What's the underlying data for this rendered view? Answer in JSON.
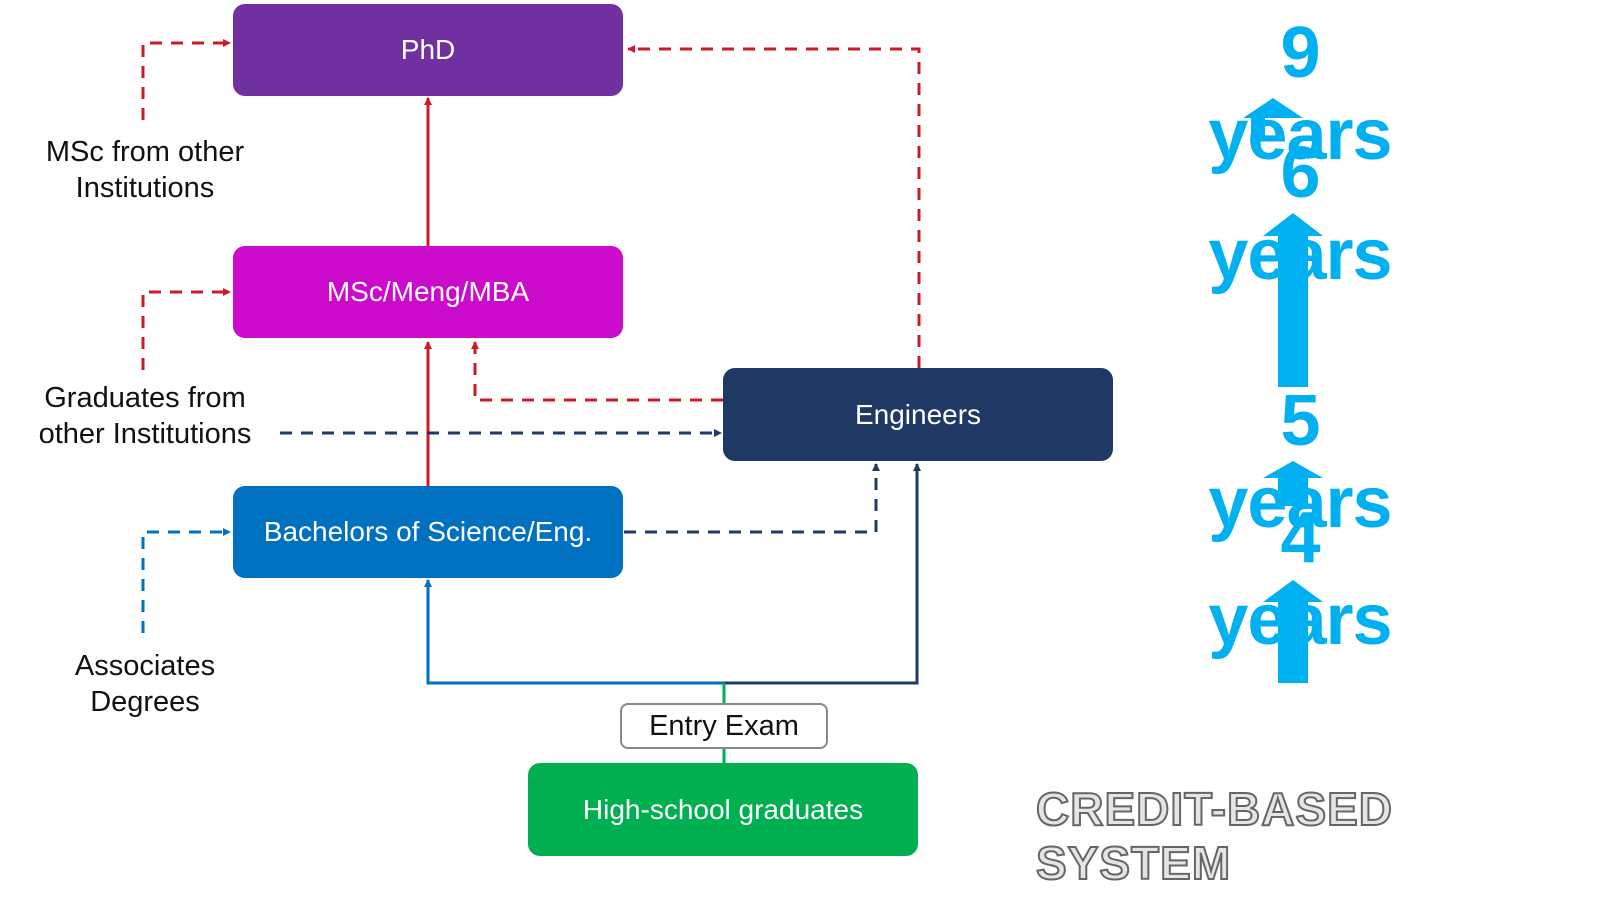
{
  "nodes": {
    "phd": {
      "label": "PhD",
      "color": "#7030a0"
    },
    "masters": {
      "label": "MSc/Meng/MBA",
      "color": "#cc0acc"
    },
    "engineers": {
      "label": "Engineers",
      "color": "#203864"
    },
    "bachelors": {
      "label": "Bachelors of Science/Eng.",
      "color": "#0070c0"
    },
    "highschool": {
      "label": "High-school graduates",
      "color": "#00b050"
    },
    "entry_exam": {
      "label": "Entry Exam"
    }
  },
  "external_sources": {
    "msc_other": {
      "line1": "MSc from other",
      "line2": "Institutions"
    },
    "grads_other": {
      "line1": "Graduates from",
      "line2": "other Institutions"
    },
    "associates": {
      "line1": "Associates",
      "line2": "Degrees"
    }
  },
  "timeline": {
    "levels": [
      "9 years",
      "6 years",
      "5 years",
      "4 years"
    ],
    "color": "#00b0f0"
  },
  "footer": {
    "title": "CREDIT-BASED SYSTEM"
  },
  "edge_colors": {
    "red": "#d0182c",
    "navy": "#203864",
    "blue": "#0070c0",
    "green": "#00b050"
  }
}
